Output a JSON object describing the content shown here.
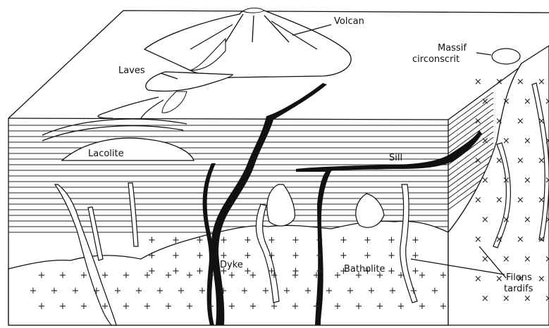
{
  "labels": {
    "volcan": "Volcan",
    "laves": "Laves",
    "massif_line1": "Massif",
    "massif_line2": "circonscrit",
    "lacolite": "Lacolite",
    "sill": "Sill",
    "dyke": "Dyke",
    "batholite": "Batholite",
    "filons_line1": "Filons",
    "filons_line2": "tardifs"
  },
  "colors": {
    "ink": "#111111",
    "paper": "#ffffff"
  }
}
